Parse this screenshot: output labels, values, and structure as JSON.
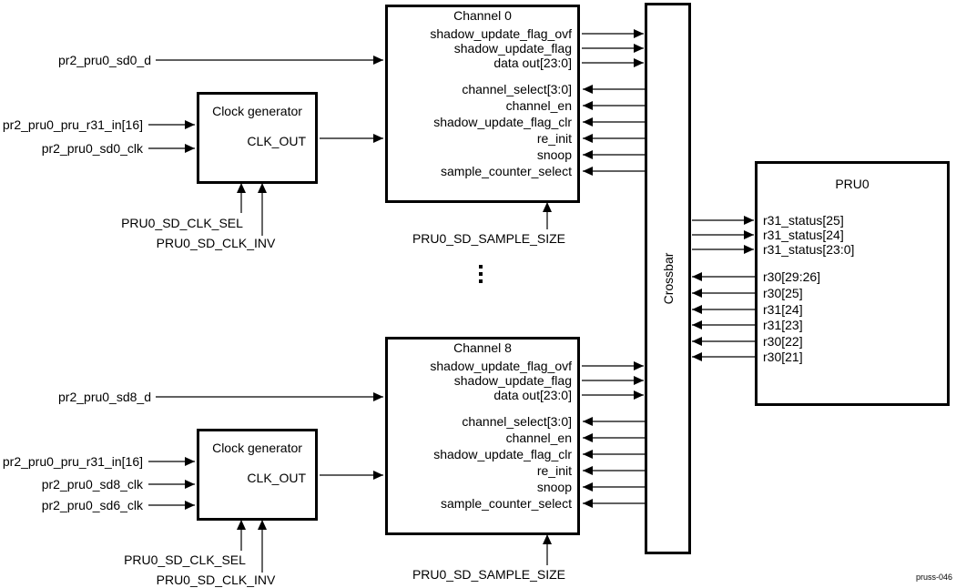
{
  "figure_label": "pruss-046",
  "crossbar": {
    "title": "Crossbar"
  },
  "pru0": {
    "title": "PRU0",
    "to_pru": [
      "r31_status[25]",
      "r31_status[24]",
      "r31_status[23:0]"
    ],
    "from_pru": [
      "r30[29:26]",
      "r30[25]",
      "r31[24]",
      "r31[23]",
      "r30[22]",
      "r30[21]"
    ]
  },
  "top": {
    "data_in": "pr2_pru0_sd0_d",
    "clock_gen": {
      "title": "Clock generator",
      "output": "CLK_OUT",
      "inputs": [
        "pr2_pru0_pru_r31_in[16]",
        "pr2_pru0_sd0_clk"
      ],
      "clk_sel": "PRU0_SD_CLK_SEL",
      "clk_inv": "PRU0_SD_CLK_INV"
    },
    "channel": {
      "title": "Channel 0",
      "outputs": [
        "shadow_update_flag_ovf",
        "shadow_update_flag",
        "data out[23:0]"
      ],
      "inputs": [
        "channel_select[3:0]",
        "channel_en",
        "shadow_update_flag_clr",
        "re_init",
        "snoop",
        "sample_counter_select"
      ],
      "sample_size": "PRU0_SD_SAMPLE_SIZE"
    }
  },
  "bottom": {
    "data_in": "pr2_pru0_sd8_d",
    "clock_gen": {
      "title": "Clock generator",
      "output": "CLK_OUT",
      "inputs": [
        "pr2_pru0_pru_r31_in[16]",
        "pr2_pru0_sd8_clk",
        "pr2_pru0_sd6_clk"
      ],
      "clk_sel": "PRU0_SD_CLK_SEL",
      "clk_inv": "PRU0_SD_CLK_INV"
    },
    "channel": {
      "title": "Channel 8",
      "outputs": [
        "shadow_update_flag_ovf",
        "shadow_update_flag",
        "data out[23:0]"
      ],
      "inputs": [
        "channel_select[3:0]",
        "channel_en",
        "shadow_update_flag_clr",
        "re_init",
        "snoop",
        "sample_counter_select"
      ],
      "sample_size": "PRU0_SD_SAMPLE_SIZE"
    }
  }
}
